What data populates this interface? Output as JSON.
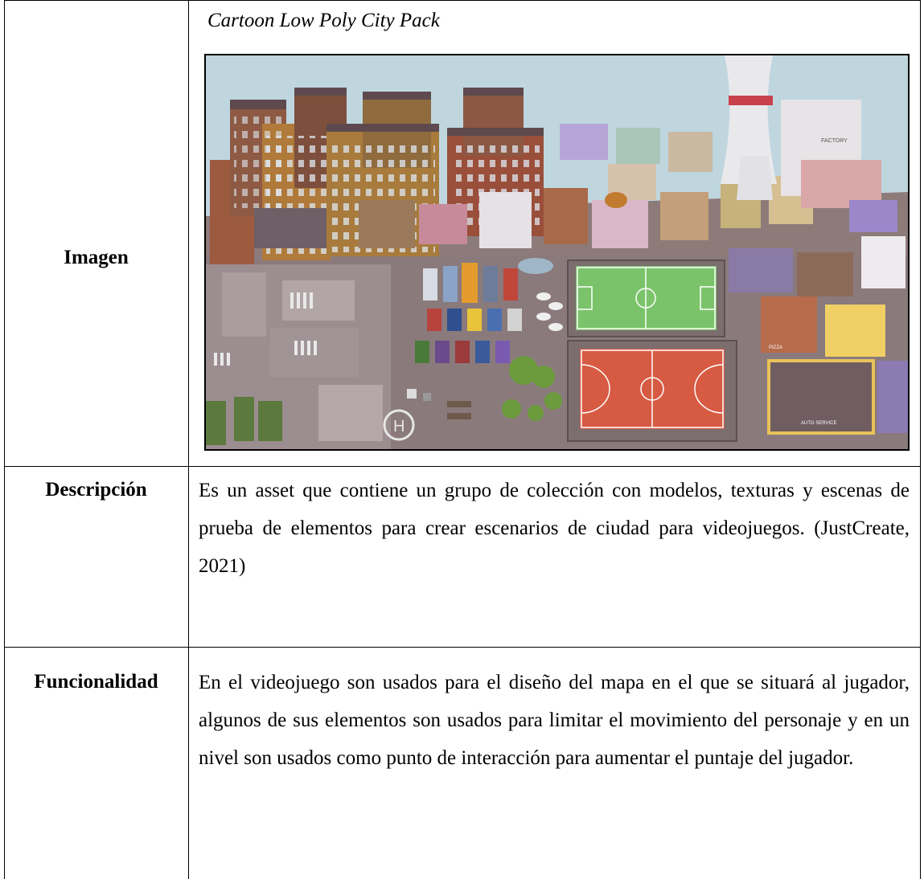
{
  "rows": {
    "imagen": {
      "label": "Imagen",
      "caption": "Cartoon Low Poly City Pack",
      "image_signs": {
        "factory": "FACTORY",
        "pizza": "PIZZA",
        "auto_service": "AUTO SERVICE",
        "helipad": "H"
      }
    },
    "descripcion": {
      "label": "Descripción",
      "text": "Es un asset que contiene un grupo de colección con modelos, texturas y escenas de prueba de elementos para crear escenarios de ciudad para videojuegos. (JustCreate, 2021)"
    },
    "funcionalidad": {
      "label": "Funcionalidad",
      "text": "En el videojuego son usados para el diseño del mapa en el que se situará al jugador, algunos de sus elementos son usados para limitar el movimiento del personaje y en un nivel son usados como punto de interacción para aumentar el puntaje del jugador."
    }
  }
}
